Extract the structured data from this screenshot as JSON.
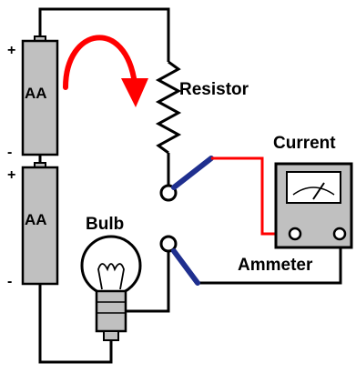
{
  "labels": {
    "resistor": "Resistor",
    "current": "Current",
    "bulb": "Bulb",
    "ammeter": "Ammeter"
  },
  "batteries": [
    {
      "label": "AA",
      "positive": "+",
      "negative": "-"
    },
    {
      "label": "AA",
      "positive": "+",
      "negative": "-"
    }
  ],
  "colors": {
    "wire": "#000000",
    "meter_lead_positive": "#ff0000",
    "meter_lead_negative": "#1f2f8f",
    "battery_fill": "#c0c0c0",
    "current_arrow": "#ff0000"
  },
  "icons": {
    "current_arrow": "curved-arrow-icon",
    "bulb": "light-bulb-icon",
    "meter": "analog-meter-icon",
    "resistor": "zigzag-resistor-icon"
  }
}
